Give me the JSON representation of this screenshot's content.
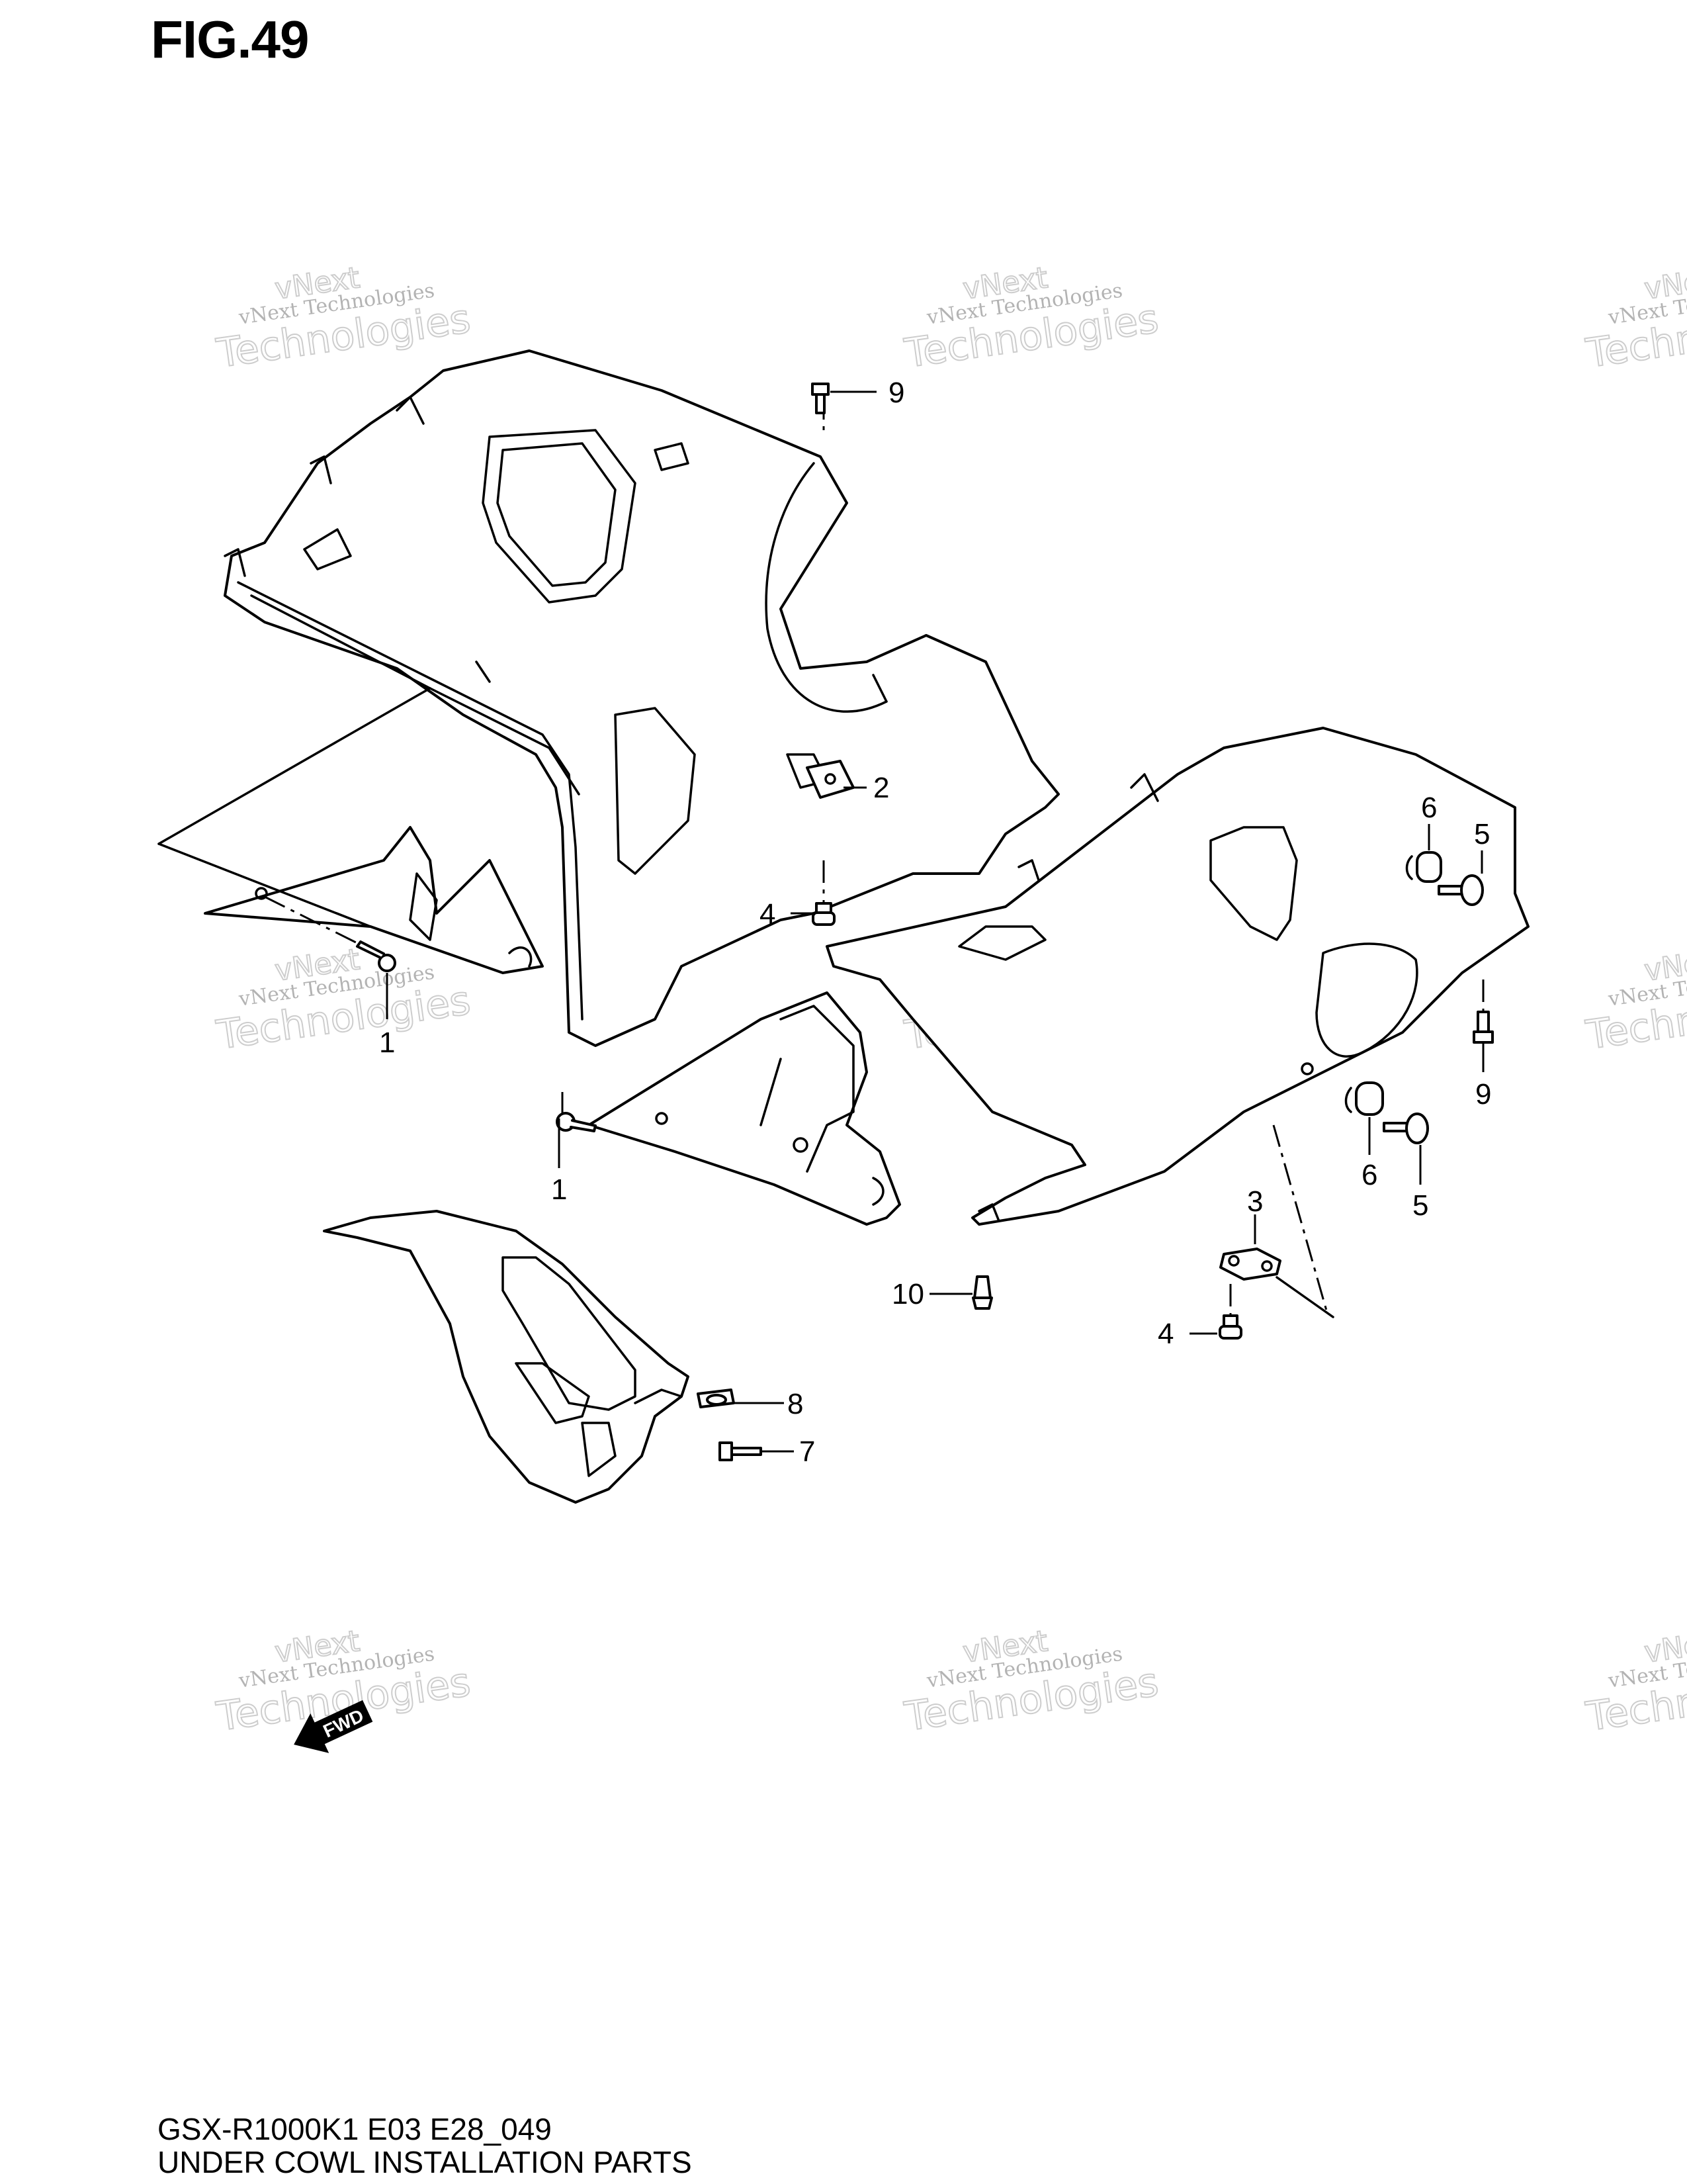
{
  "figure": {
    "title": "FIG.49",
    "model_code": "GSX-R1000K1 E03 E28_049",
    "description": "UNDER COWL INSTALLATION PARTS"
  },
  "watermark": {
    "line1": "vNext",
    "line2": "vNext Technologies",
    "line3": "Technologies"
  },
  "fwd_arrow": {
    "label": "FWD",
    "icon": "fwd-arrow-icon"
  },
  "callouts": [
    {
      "number": "1"
    },
    {
      "number": "1"
    },
    {
      "number": "2"
    },
    {
      "number": "3"
    },
    {
      "number": "4"
    },
    {
      "number": "4"
    },
    {
      "number": "5"
    },
    {
      "number": "5"
    },
    {
      "number": "6"
    },
    {
      "number": "6"
    },
    {
      "number": "7"
    },
    {
      "number": "8"
    },
    {
      "number": "9"
    },
    {
      "number": "9"
    },
    {
      "number": "10"
    }
  ]
}
